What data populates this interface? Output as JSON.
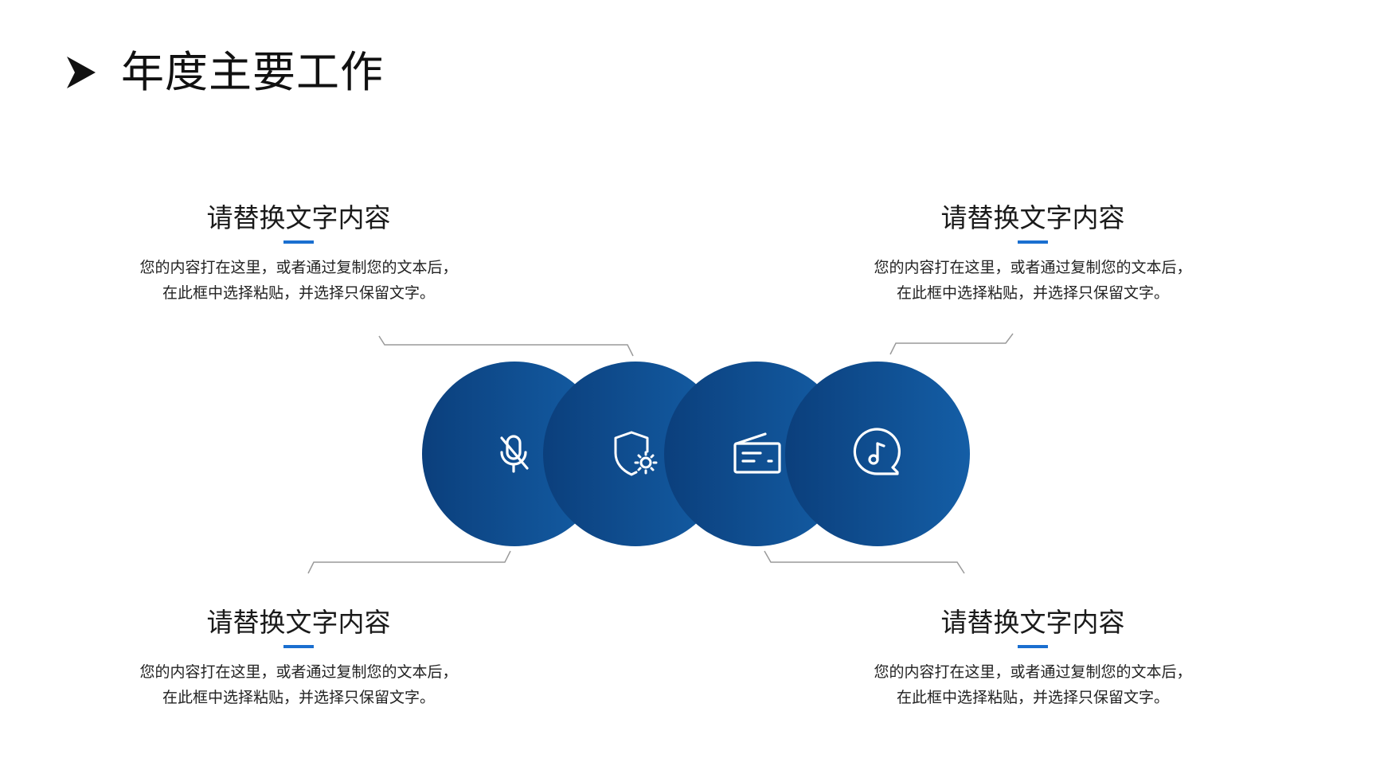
{
  "title": "年度主要工作",
  "colors": {
    "accent": "#1a6fd0",
    "circle_dark": "#0b3f7c",
    "circle_light": "#145ea6",
    "connector": "#9a9a9a",
    "title_arrow": "#111111"
  },
  "blocks": [
    {
      "heading": "请替换文字内容",
      "line1": "您的内容打在这里，或者通过复制您的文本后，",
      "line2": "在此框中选择粘贴，并选择只保留文字。"
    },
    {
      "heading": "请替换文字内容",
      "line1": "您的内容打在这里，或者通过复制您的文本后，",
      "line2": "在此框中选择粘贴，并选择只保留文字。"
    },
    {
      "heading": "请替换文字内容",
      "line1": "您的内容打在这里，或者通过复制您的文本后，",
      "line2": "在此框中选择粘贴，并选择只保留文字。"
    },
    {
      "heading": "请替换文字内容",
      "line1": "您的内容打在这里，或者通过复制您的文本后，",
      "line2": "在此框中选择粘贴，并选择只保留文字。"
    }
  ],
  "icons": [
    "microphone-off-icon",
    "shield-settings-icon",
    "radio-icon",
    "music-chat-icon"
  ]
}
